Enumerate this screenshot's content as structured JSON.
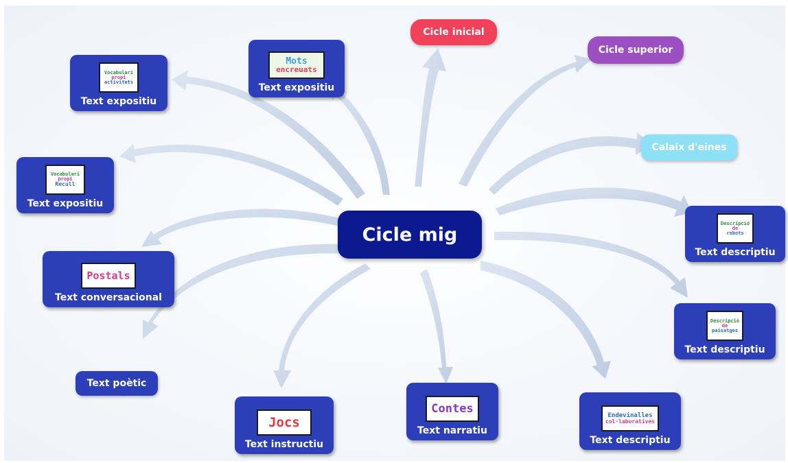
{
  "center": {
    "label": "Cicle mig"
  },
  "links": {
    "cicle_inicial": "Cicle inicial",
    "cicle_superior": "Cicle superior",
    "calaix_eines": "Calaix d'eines"
  },
  "cards": {
    "mots_encreuats": {
      "thumb": [
        "Mots",
        "encreuats"
      ],
      "label": "Text expositiu"
    },
    "vocabulari_activitats": {
      "thumb": [
        "Vocabulari",
        "propi",
        "activitats"
      ],
      "label": "Text expositiu"
    },
    "vocabulari_recull": {
      "thumb": [
        "Vocabulari",
        "propi",
        "Recull"
      ],
      "label": "Text expositiu"
    },
    "postals": {
      "thumb": [
        "Postals"
      ],
      "label": "Text conversacional"
    },
    "text_poetic": {
      "label": "Text poètic"
    },
    "jocs": {
      "thumb": [
        "Jocs"
      ],
      "label": "Text instructiu"
    },
    "contes": {
      "thumb": [
        "Contes"
      ],
      "label": "Text narratiu"
    },
    "endevinalles": {
      "thumb": [
        "Endevinalles",
        "col·laboratives"
      ],
      "label": "Text descriptiu"
    },
    "descripcio_paisatges": {
      "thumb": [
        "Descripció",
        "de",
        "paisatges"
      ],
      "label": "Text descriptiu"
    },
    "descripcio_robots": {
      "thumb": [
        "Descripció",
        "de",
        "robots"
      ],
      "label": "Text descriptiu"
    }
  },
  "colors": {
    "node_blue": "#2d3fb8",
    "center_blue": "#0b1a8e",
    "cicle_inicial": "#f0405a",
    "cicle_superior": "#9b4fc0",
    "calaix_eines": "#8ee0f7",
    "arrow": "#c8d5e8"
  }
}
